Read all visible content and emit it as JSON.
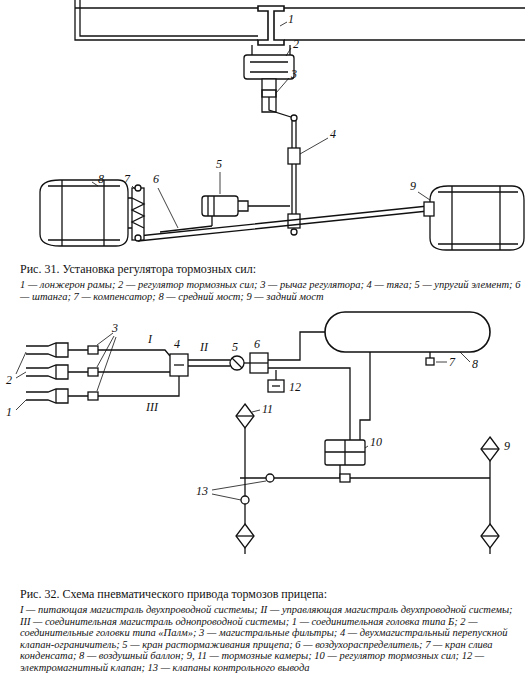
{
  "diagram": {
    "labels": [
      "1",
      "2",
      "3",
      "4",
      "5",
      "6",
      "7",
      "8",
      "9",
      "Рис. 31. Установка регулятора тормозных сил:",
      "1 — лонжерон рамы; 2 — регулятор тормозных сил; 3 — рычаг регулятора; 4 — тяга; 5 — упругий элемент; 6 — штанга; 7 — компенсатор; 8 — средний мост; 9 — задний мост",
      "3",
      "2",
      "1",
      "I",
      "II",
      "4",
      "5",
      "6",
      "III",
      "12",
      "7",
      "8",
      "13",
      "11",
      "10",
      "9",
      "Рис. 32. Схема пневматического привода тормозов прицепа:",
      "I — питающая магистраль двухпроводной системы; II — управляющая магистраль двухпроводной системы; III — соединительная магистраль однопроводной системы; 1 — соединительная головка типа Б; 2 — соединительные головки типа «Палм»; 3 — магистральные фильтры; 4 — двухмагистральный перепускной клапан-ограничитель; 5 — кран растормаживания прицепа; 6 — воздухораспределитель; 7 — кран слива конденсата; 8 — воздушный баллон; 9, 11 — тормозные камеры; 10 — регулятор тормозных сил; 12 — электромагнитный клапан; 13 — клапаны контрольного вывода"
    ]
  }
}
